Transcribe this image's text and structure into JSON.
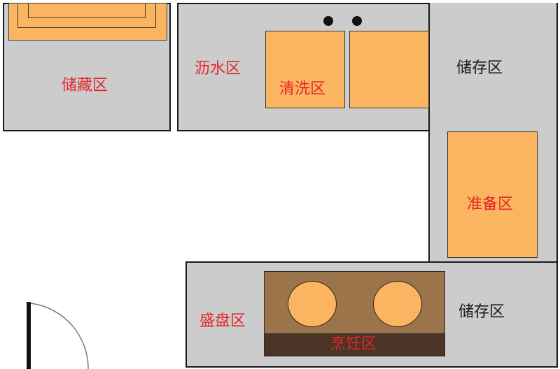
{
  "zones": {
    "storage_left": "储藏区",
    "drain": "沥水区",
    "wash": "清洗区",
    "storage_top_right": "储存区",
    "prep": "准备区",
    "plating": "盛盘区",
    "cooking": "烹饪区",
    "storage_bottom_right": "储存区"
  },
  "colors": {
    "counter": "#cccccc",
    "accent_orange": "#fbb561",
    "stove_brown": "#9c7449",
    "stove_dark": "#4a3426",
    "label_red": "#e3262a",
    "label_dark": "#1a1a1a"
  },
  "icons": [
    "knob-icon",
    "door-swing-icon",
    "burner-icon"
  ]
}
